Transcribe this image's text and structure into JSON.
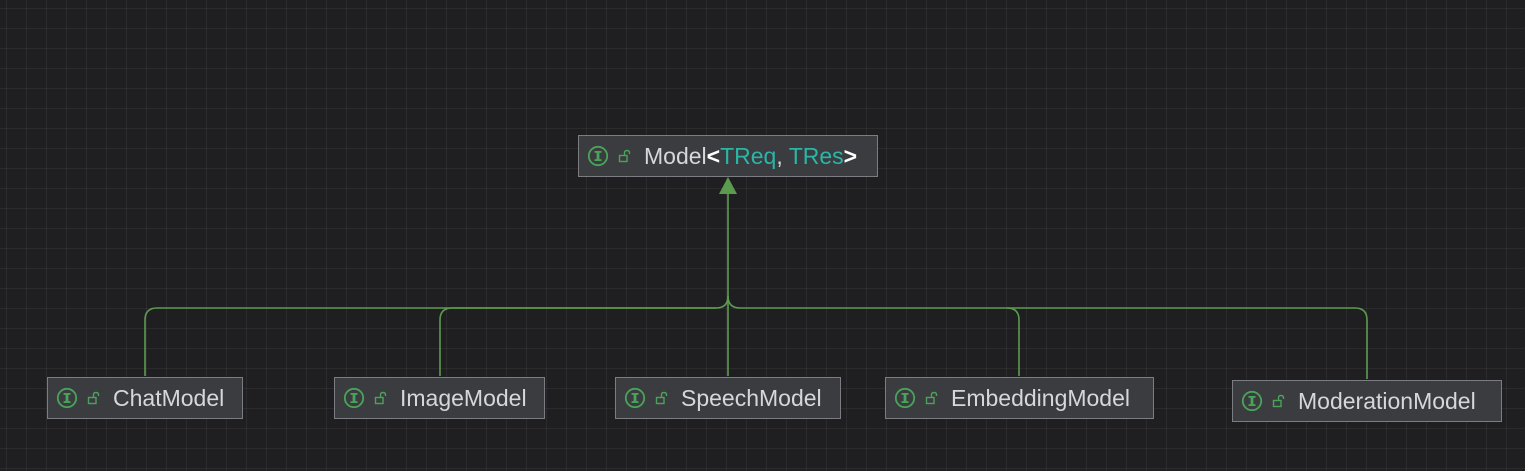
{
  "diagram": {
    "colors": {
      "background": "#1f1f22",
      "node_fill": "#3b3c3f",
      "node_border": "#7b7d82",
      "edge": "#5c9b4d",
      "text": "#d6d7da",
      "type_param": "#2ab6a7",
      "interface_icon": "#4aa35a"
    },
    "icons": {
      "node_type": "interface-icon",
      "access": "public-unlock-icon",
      "edge_arrowhead": "hollow-triangle-arrowhead"
    },
    "root": {
      "name": "Model",
      "open": "<",
      "type_params": [
        "TReq",
        "TRes"
      ],
      "separator": ", ",
      "close": ">"
    },
    "children": [
      {
        "name": "ChatModel"
      },
      {
        "name": "ImageModel"
      },
      {
        "name": "SpeechModel"
      },
      {
        "name": "EmbeddingModel"
      },
      {
        "name": "ModerationModel"
      }
    ],
    "relationship": "extends"
  }
}
